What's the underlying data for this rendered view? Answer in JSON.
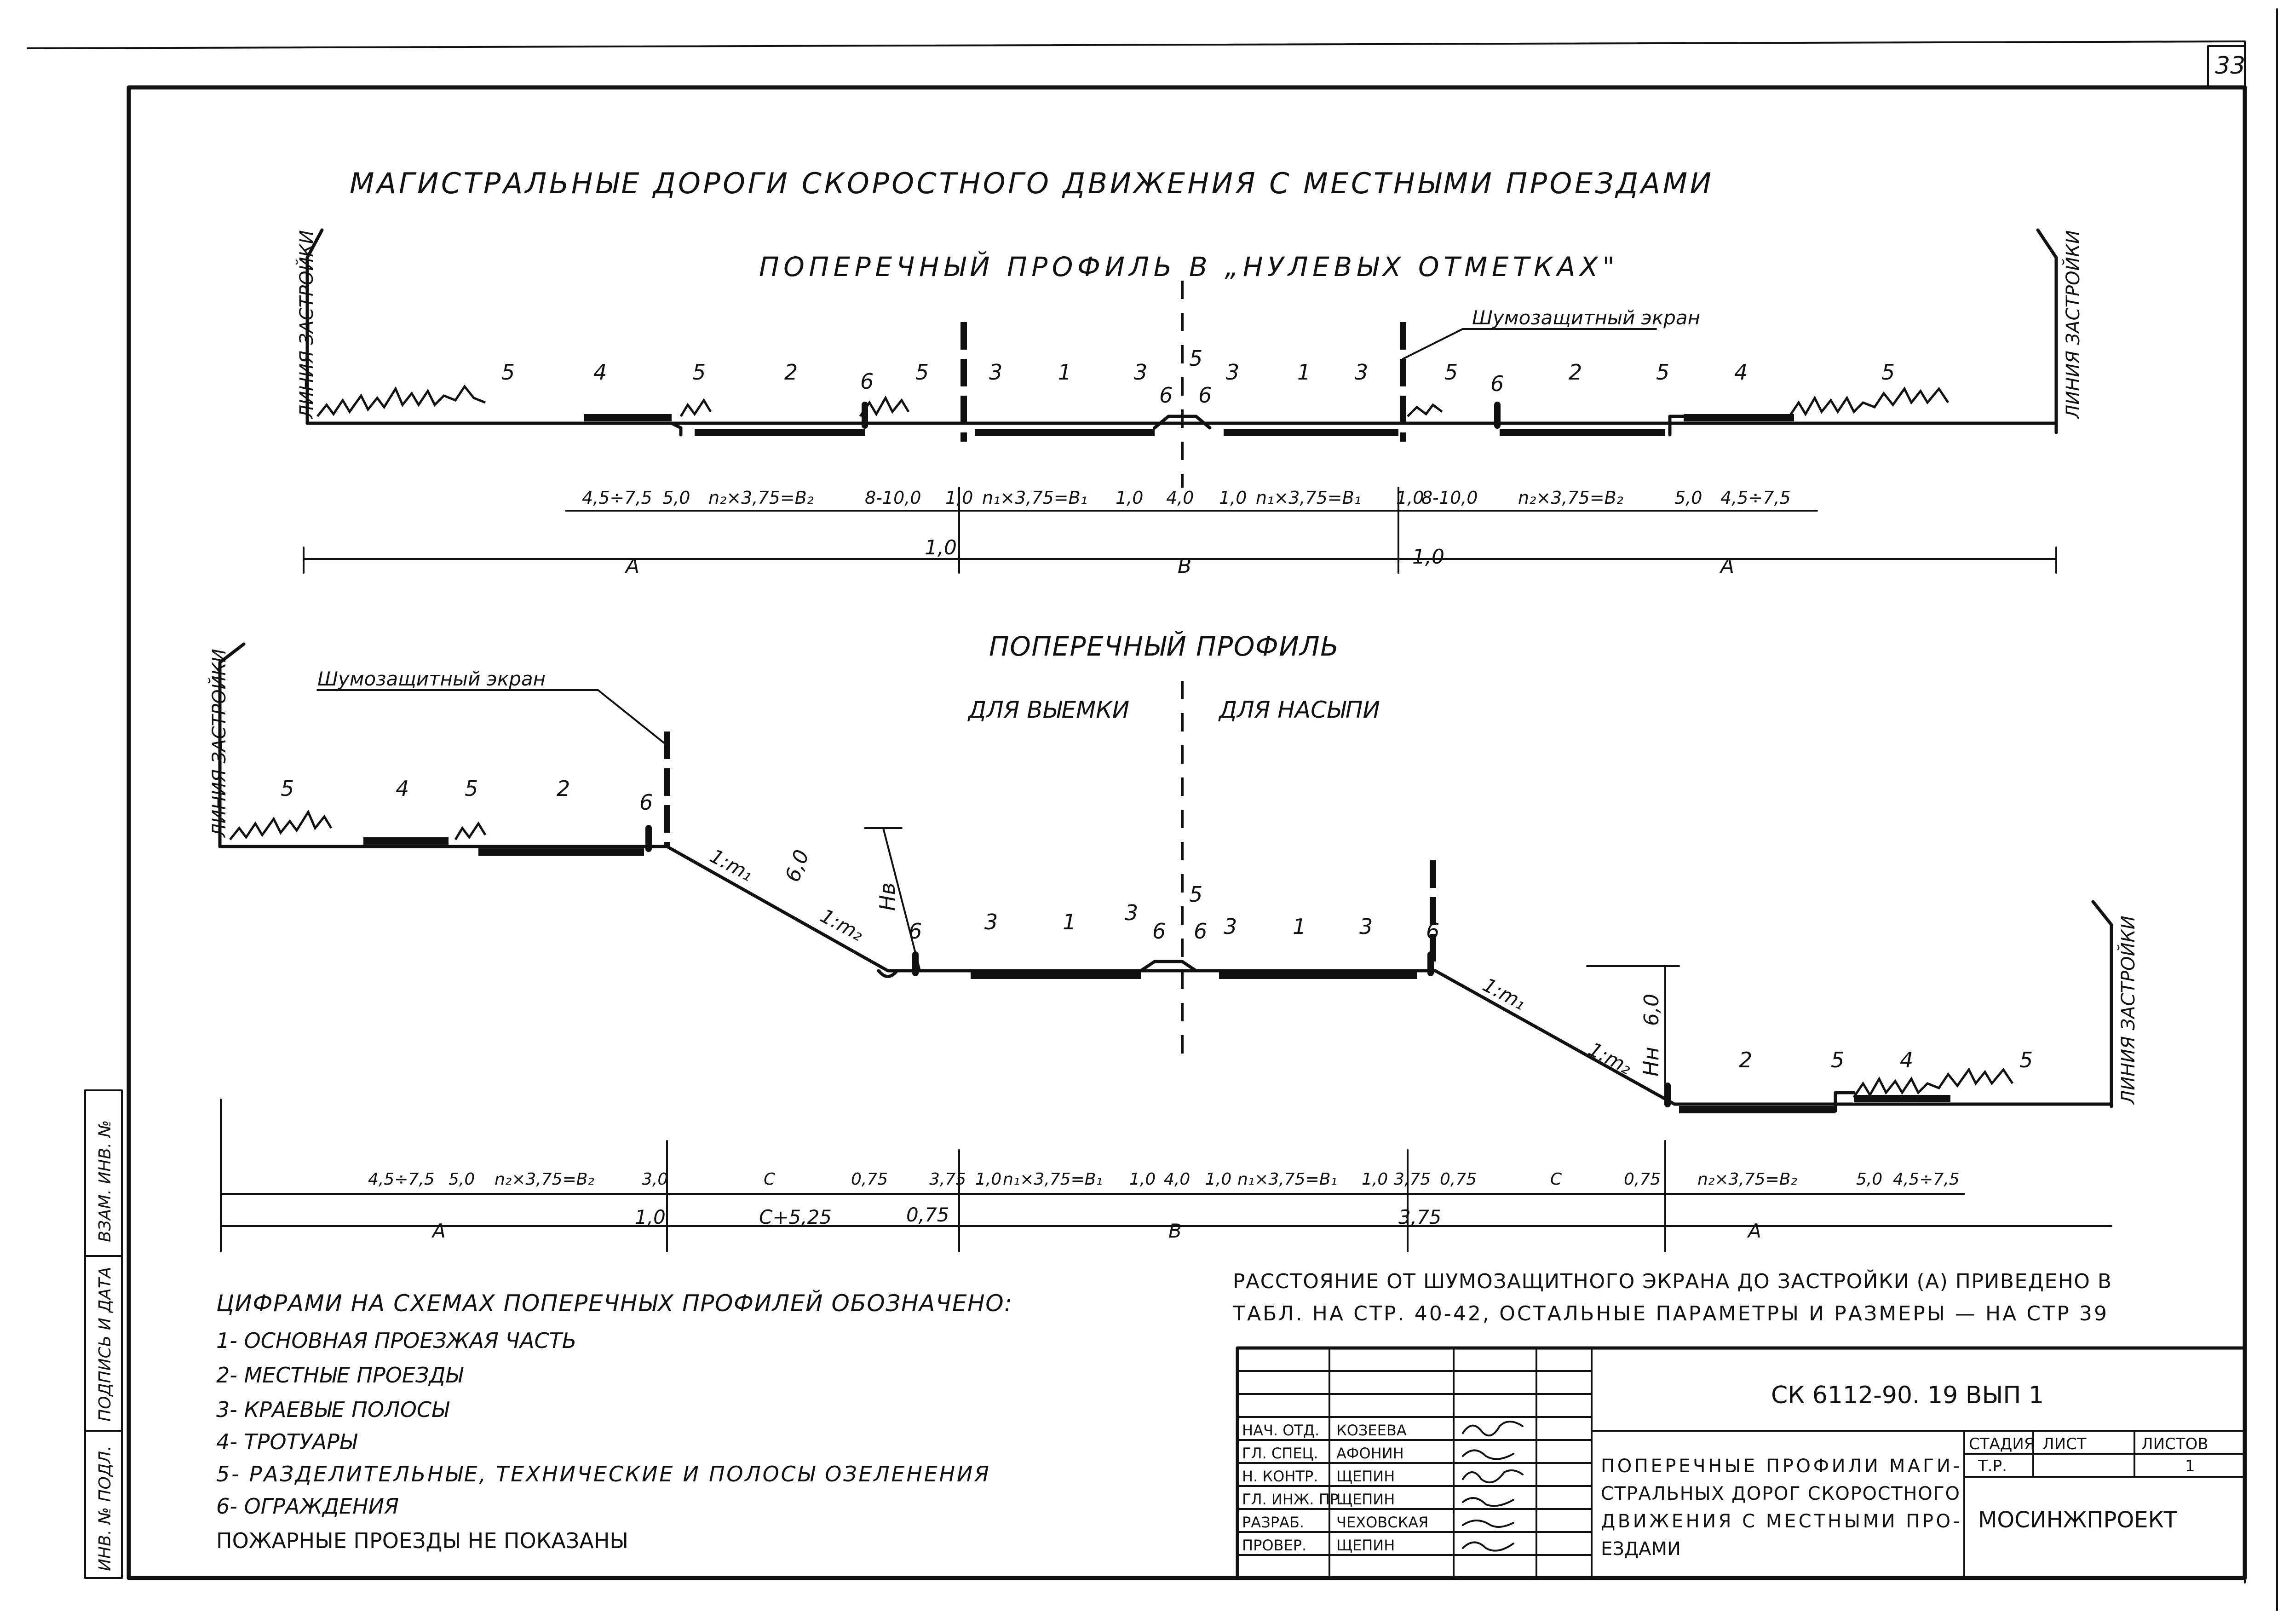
{
  "page_number": "33",
  "title": "МАГИСТРАЛЬНЫЕ  ДОРОГИ  СКОРОСТНОГО  ДВИЖЕНИЯ  С  МЕСТНЫМИ  ПРОЕЗДАМИ",
  "section1": {
    "title": "ПОПЕРЕЧНЫЙ  ПРОФИЛЬ  В  „НУЛЕВЫХ  ОТМЕТКАХ\"",
    "left_boundary": "ЛИНИЯ ЗАСТРОЙКИ",
    "right_boundary": "ЛИНИЯ ЗАСТРОЙКИ",
    "screen_label": "Шумозащитный экран",
    "element_numbers": [
      "5",
      "4",
      "5",
      "2",
      "6",
      "5",
      "3",
      "1",
      "3",
      "6",
      "5",
      "6",
      "3",
      "1",
      "3",
      "5",
      "6",
      "2",
      "5",
      "4",
      "5"
    ],
    "dims_row1": [
      "4,5÷7,5",
      "5,0",
      "n₂×3,75=B₂",
      "8-10,0",
      "1,0",
      "n₁×3,75=B₁",
      "1,0",
      "4,0",
      "1,0",
      "n₁×3,75=B₁",
      "1,0",
      "8-10,0",
      "n₂×3,75=B₂",
      "5,0",
      "4,5÷7,5"
    ],
    "dims_row2": [
      "A",
      "1,0",
      "B",
      "1,0",
      "A"
    ]
  },
  "section2": {
    "title": "ПОПЕРЕЧНЫЙ  ПРОФИЛЬ",
    "left_title": "ДЛЯ  ВЫЕМКИ",
    "right_title": "ДЛЯ  НАСЫПИ",
    "left_boundary": "ЛИНИЯ ЗАСТРОЙКИ",
    "right_boundary": "ЛИНИЯ ЗАСТРОЙКИ",
    "screen_label": "Шумозащитный экран",
    "slope_labels": [
      "1:m₁",
      "1:m₂",
      "1:m₁",
      "1:m₂"
    ],
    "height_labels": [
      "6,0",
      "Hв",
      "6,0",
      "Hн"
    ],
    "element_numbers": [
      "5",
      "4",
      "5",
      "2",
      "6",
      "6",
      "3",
      "1",
      "3",
      "6",
      "5",
      "6",
      "3",
      "1",
      "3",
      "6",
      "2",
      "5",
      "4",
      "5"
    ],
    "dims_row1": [
      "4,5÷7,5",
      "5,0",
      "n₂×3,75=B₂",
      "3,0",
      "C",
      "0,75",
      "3,75",
      "1,0",
      "n₁×3,75=B₁",
      "1,0",
      "4,0",
      "1,0",
      "n₁×3,75=B₁",
      "1,0",
      "3,75",
      "0,75",
      "C",
      "0,75",
      "n₂×3,75=B₂",
      "5,0",
      "4,5÷7,5"
    ],
    "dims_row2": [
      "A",
      "1,0",
      "C+5,25",
      "0,75",
      "B",
      "3,75",
      "A"
    ]
  },
  "legend": {
    "heading": "ЦИФРАМИ НА СХЕМАХ ПОПЕРЕЧНЫХ ПРОФИЛЕЙ ОБОЗНАЧЕНО:",
    "items": [
      "1- ОСНОВНАЯ  ПРОЕЗЖАЯ  ЧАСТЬ",
      "2- МЕСТНЫЕ  ПРОЕЗДЫ",
      "3- КРАЕВЫЕ  ПОЛОСЫ",
      "4- ТРОТУАРЫ",
      "5- РАЗДЕЛИТЕЛЬНЫЕ, ТЕХНИЧЕСКИЕ И ПОЛОСЫ ОЗЕЛЕНЕНИЯ",
      "6- ОГРАЖДЕНИЯ"
    ],
    "note": "ПОЖАРНЫЕ ПРОЕЗДЫ НЕ ПОКАЗАНЫ"
  },
  "note_right": [
    "РАССТОЯНИЕ ОТ ШУМОЗАЩИТНОГО ЭКРАНА ДО ЗАСТРОЙКИ (А) ПРИВЕДЕНО В",
    "ТАБЛ. НА СТР. 40-42, ОСТАЛЬНЫЕ ПАРАМЕТРЫ И РАЗМЕРЫ — НА СТР 39"
  ],
  "left_margin_labels": [
    "ИНВ. № ПОДЛ.",
    "ПОДПИСЬ И ДАТА",
    "ВЗАМ. ИНВ. №"
  ],
  "title_block": {
    "code": "СК 6112-90. 19 ВЫП 1",
    "roles": [
      "НАЧ. ОТД.",
      "ГЛ. СПЕЦ.",
      "Н. КОНТР.",
      "ГЛ. ИНЖ. ПР.",
      "РАЗРАБ.",
      "ПРОВЕР."
    ],
    "names": [
      "КОЗЕЕВА",
      "АФОНИН",
      "ЩЕПИН",
      "ЩЕПИН",
      "ЧЕХОВСКАЯ",
      "ЩЕПИН"
    ],
    "description": [
      "ПОПЕРЕЧНЫЕ ПРОФИЛИ МАГИ-",
      "СТРАЛЬНЫХ ДОРОГ СКОРОСТНОГО",
      "ДВИЖЕНИЯ С МЕСТНЫМИ ПРО-",
      "ЕЗДАМИ"
    ],
    "stage_header": "СТАДИЯ",
    "sheet_header": "ЛИСТ",
    "sheets_header": "ЛИСТОВ",
    "stage_value": "Т.Р.",
    "sheet_value": "",
    "sheets_value": "1",
    "organization": "МОСИНЖПРОЕКТ"
  }
}
